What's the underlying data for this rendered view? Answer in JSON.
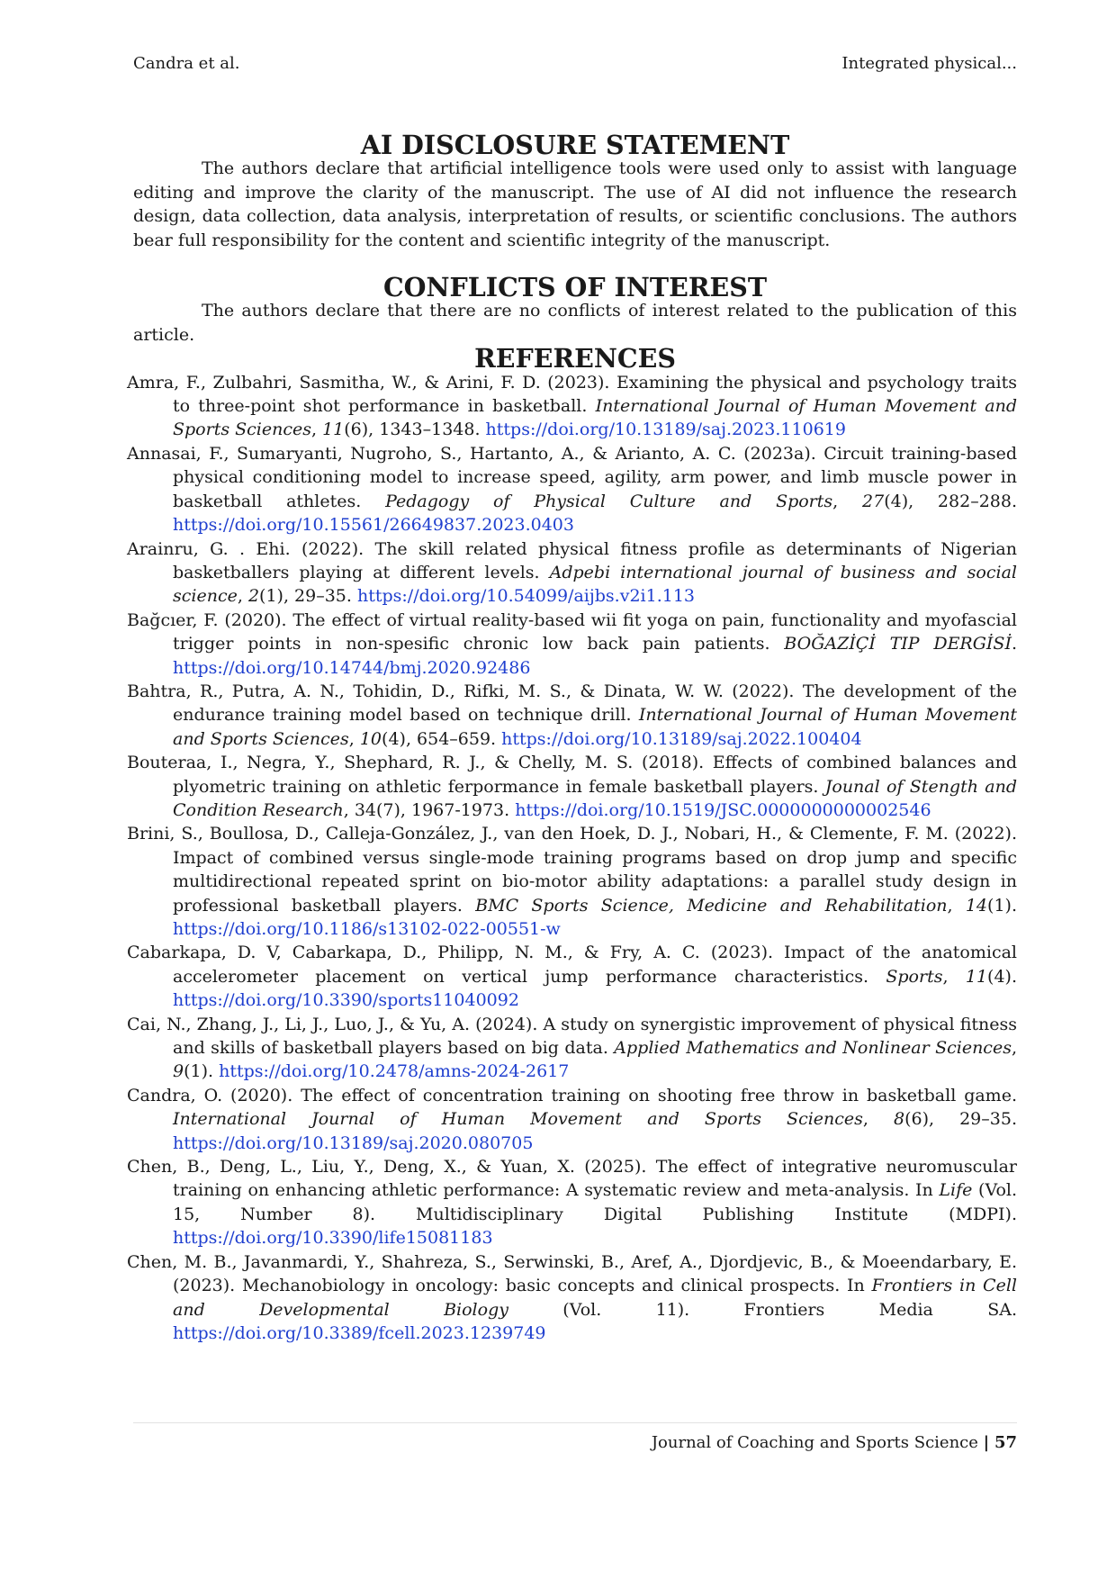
{
  "header": {
    "left": "Candra et al.",
    "right": "Integrated physical..."
  },
  "ai_disclosure": {
    "title": "AI DISCLOSURE STATEMENT",
    "text": "The authors declare that artificial intelligence tools were used only to assist with language editing and improve the clarity of the manuscript. The use of AI did not influence the research design, data collection, data analysis, interpretation of results, or scientific conclusions. The authors bear full responsibility for the content and scientific integrity of the manuscript."
  },
  "conflicts": {
    "title": "CONFLICTS OF INTEREST",
    "text": "The authors declare that there are no conflicts of interest related to the publication of this article."
  },
  "references": {
    "title": "REFERENCES",
    "items": [
      {
        "pre": "Amra, F., Zulbahri, Sasmitha, W., & Arini, F. D. (2023). Examining the physical and psychology traits to three-point shot performance in basketball. ",
        "journal": "International Journal of Human Movement and Sports Sciences",
        "sep1": ", ",
        "volume": "11",
        "post": "(6), 1343–1348. ",
        "doi": "https://doi.org/10.13189/saj.2023.110619"
      },
      {
        "pre": "Annasai, F., Sumaryanti, Nugroho, S., Hartanto, A., & Arianto, A. C. (2023a). Circuit training-based physical conditioning model to increase speed, agility, arm power, and limb muscle power in basketball athletes. ",
        "journal": "Pedagogy of Physical Culture and Sports",
        "sep1": ", ",
        "volume": "27",
        "post": "(4), 282–288. ",
        "doi": "https://doi.org/10.15561/26649837.2023.0403"
      },
      {
        "pre": "Arainru, G. . Ehi. (2022). The skill related physical fitness profile as determinants of Nigerian basketballers playing at different levels. ",
        "journal": "Adpebi international journal of business and social science",
        "sep1": ", ",
        "volume": "2",
        "post": "(1), 29–35. ",
        "doi": "https://doi.org/10.54099/aijbs.v2i1.113"
      },
      {
        "pre": "Bağcıer, F. (2020). The effect of virtual reality-based wii fit yoga on pain, functionality and myofascial trigger points in non-spesific chronic low back pain patients. ",
        "journal": "BOĞAZİÇİ TIP DERGİSİ",
        "sep1": "",
        "volume": "",
        "post": ". ",
        "doi": "https://doi.org/10.14744/bmj.2020.92486"
      },
      {
        "pre": "Bahtra, R., Putra, A. N., Tohidin, D., Rifki, M. S., & Dinata, W. W. (2022). The development of the endurance training model based on technique drill. ",
        "journal": "International Journal of Human Movement and Sports Sciences",
        "sep1": ", ",
        "volume": "10",
        "post": "(4), 654–659. ",
        "doi": "https://doi.org/10.13189/saj.2022.100404"
      },
      {
        "pre": "Bouteraa, I., Negra, Y., Shephard, R. J., & Chelly, M. S. (2018). Effects of combined balances and plyometric training on athletic ferpormance in female basketball players. ",
        "journal": "Jounal of Stength and Condition Research",
        "sep1": ", ",
        "volume": "",
        "post": "34(7),  1967-1973. ",
        "doi": "https://doi.org/10.1519/JSC.0000000000002546"
      },
      {
        "pre": "Brini, S., Boullosa, D., Calleja-González, J., van den Hoek, D. J., Nobari, H., & Clemente, F. M. (2022). Impact of combined versus single-mode training programs based on drop jump and specific multidirectional repeated sprint on bio-motor ability adaptations: a parallel study design in professional basketball players. ",
        "journal": "BMC Sports Science, Medicine and Rehabilitation",
        "sep1": ", ",
        "volume": "14",
        "post": "(1). ",
        "doi": "https://doi.org/10.1186/s13102-022-00551-w"
      },
      {
        "pre": "Cabarkapa, D. V, Cabarkapa, D., Philipp, N. M., & Fry, A. C. (2023). Impact of the anatomical accelerometer placement on vertical jump performance characteristics. ",
        "journal": "Sports",
        "sep1": ", ",
        "volume": "11",
        "post": "(4). ",
        "doi": "https://doi.org/10.3390/sports11040092"
      },
      {
        "pre": "Cai, N., Zhang, J., Li, J., Luo, J., & Yu, A. (2024). A study on synergistic improvement of physical fitness and skills of basketball players based on big data. ",
        "journal": "Applied Mathematics and Nonlinear Sciences",
        "sep1": ", ",
        "volume": "9",
        "post": "(1). ",
        "doi": "https://doi.org/10.2478/amns-2024-2617"
      },
      {
        "pre": "Candra, O. (2020). The effect of concentration training on shooting free throw in basketball game. ",
        "journal": "International Journal of Human Movement and Sports Sciences",
        "sep1": ", ",
        "volume": "8",
        "post": "(6), 29–35. ",
        "doi": "https://doi.org/10.13189/saj.2020.080705"
      },
      {
        "pre": "Chen, B., Deng, L., Liu, Y., Deng, X., & Yuan, X. (2025). The effect of integrative neuromuscular training on enhancing athletic performance: A systematic review and meta-analysis. In ",
        "journal": "Life",
        "sep1": "",
        "volume": "",
        "post": " (Vol. 15, Number 8). Multidisciplinary Digital Publishing Institute (MDPI). ",
        "doi": "https://doi.org/10.3390/life15081183"
      },
      {
        "pre": "Chen, M. B., Javanmardi, Y., Shahreza, S., Serwinski, B., Aref, A., Djordjevic, B., & Moeendarbary, E. (2023). Mechanobiology in oncology: basic concepts and clinical prospects. In ",
        "journal": "Frontiers in Cell and Developmental Biology",
        "sep1": "",
        "volume": "",
        "post": " (Vol. 11). Frontiers Media SA. ",
        "doi": "https://doi.org/10.3389/fcell.2023.1239749"
      }
    ]
  },
  "footer": {
    "journal": "Journal of Coaching and Sports Science",
    "separator": "|",
    "page": "57"
  },
  "colors": {
    "link": "#1f3fcf",
    "text": "#1a1a1a"
  }
}
